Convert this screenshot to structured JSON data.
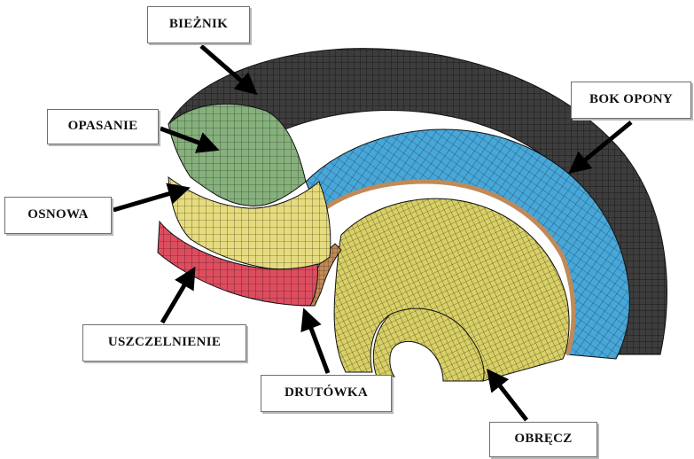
{
  "labels": {
    "bieznik": "BIEŻNIK",
    "bok_opony": "BOK OPONY",
    "opasanie": "OPASANIE",
    "osnowa": "OSNOWA",
    "uszczelnienie": "USZCZELNIENIE",
    "drutowka": "DRUTÓWKA",
    "obrecz": "OBRĘCZ"
  },
  "colors": {
    "tread": "#3b3b3b",
    "sidewall": "#47a7d9",
    "belt": "#86b07c",
    "carcass": "#e6dc7e",
    "inner_liner": "#de4d5f",
    "bead_wire": "#c08a58",
    "rim": "#d9d066",
    "mesh_line": "#1a1a1a"
  }
}
